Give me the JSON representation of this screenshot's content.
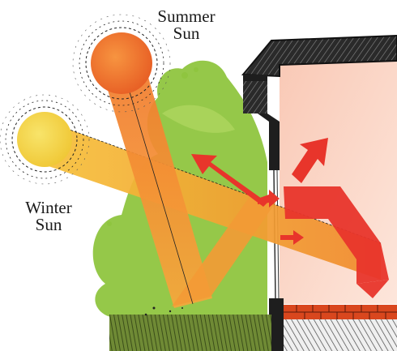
{
  "labels": {
    "summer": {
      "line1": "Summer",
      "line2": "Sun"
    },
    "winter": {
      "line1": "Winter",
      "line2": "Sun"
    }
  },
  "colors": {
    "summer_sun": "#f0702a",
    "winter_sun": "#f4d63c",
    "beam": "#f39a35",
    "bush": "#8ec63f",
    "house_wall": "#fbd3c2",
    "roof": "#1e1e1e",
    "arrow": "#e8352b",
    "ground": "#7b8f3a",
    "brick": "#d9471e"
  }
}
